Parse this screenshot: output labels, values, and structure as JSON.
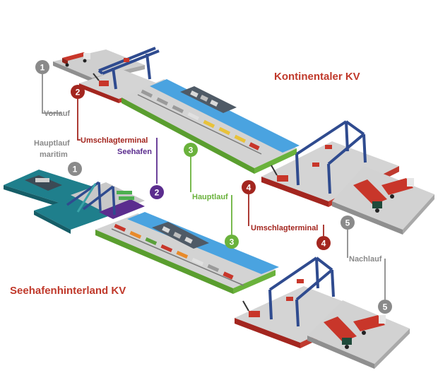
{
  "headings": {
    "kontinental": "Kontinentaler KV",
    "seehafen_hinterland": "Seehafenhinterland KV"
  },
  "labels": {
    "vorlauf": "Vorlauf",
    "hauptlauf_maritim_1": "Hauptlauf",
    "hauptlauf_maritim_2": "maritim",
    "umschlagterminal_upper": "Umschlagterminal",
    "seehafen": "Seehafen",
    "hauptlauf": "Hauptlauf",
    "umschlagterminal_right": "Umschlagterminal",
    "nachlauf": "Nachlauf"
  },
  "badges": {
    "one": "1",
    "two": "2",
    "three": "3",
    "four": "4",
    "five": "5"
  },
  "colors": {
    "gray_step": "#8a8a8a",
    "red_step": "#a3261f",
    "purple_step": "#5b2d8e",
    "green_step": "#6ab23c",
    "heading_red": "#c0392b",
    "water": "#4aa3e0",
    "sea": "#1f7f8c",
    "platform": "#c8c8c8",
    "crane": "#2f4b8f",
    "truck_red": "#c8362a"
  },
  "icons": {
    "truck": "truck-icon",
    "crane": "gantry-crane-icon",
    "train": "freight-train-icon",
    "ship": "container-ship-icon",
    "reach_stacker": "reach-stacker-icon"
  }
}
